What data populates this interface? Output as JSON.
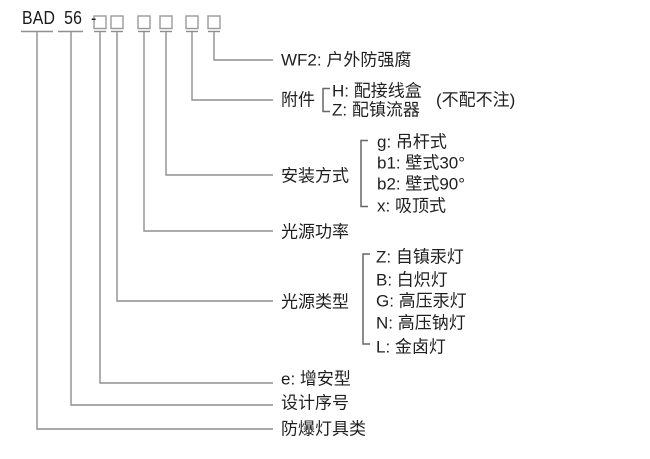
{
  "model": {
    "prefix": "BAD",
    "series": "56",
    "separator": "-",
    "box_count": 6
  },
  "annotations": {
    "wf2": {
      "label": "WF2: 户外防强腐"
    },
    "accessory": {
      "label": "附件",
      "items": [
        "H: 配接线盒",
        "Z: 配镇流器"
      ],
      "note": "(不配不注)"
    },
    "mounting": {
      "label": "安装方式",
      "items": [
        "g: 吊杆式",
        "b1: 壁式30°",
        "b2: 壁式90°",
        "x: 吸顶式"
      ]
    },
    "power": {
      "label": "光源功率"
    },
    "source": {
      "label": "光源类型",
      "items": [
        "Z: 自镇汞灯",
        "B: 白炽灯",
        "G: 高压汞灯",
        "N: 高压钠灯",
        "L: 金卤灯"
      ]
    },
    "safety": {
      "label": "e: 增安型"
    },
    "design": {
      "label": "设计序号"
    },
    "category": {
      "label": "防爆灯具类"
    }
  },
  "colors": {
    "background": "#ffffff",
    "connector_line": "#8f8f8f",
    "box_border": "#999999",
    "bracket": "#666666",
    "text": "#1f1f1f"
  }
}
